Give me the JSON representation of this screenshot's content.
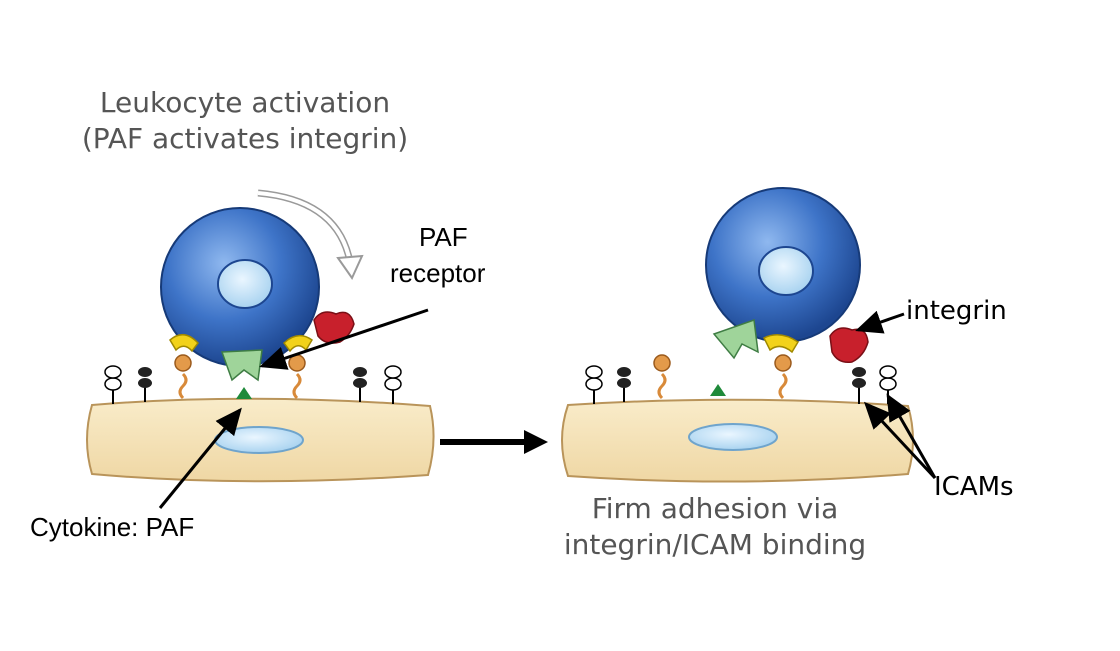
{
  "left_panel": {
    "title_line1": "Leukocyte activation",
    "title_line2": "(PAF activates integrin)",
    "paf_receptor_line1": "PAF",
    "paf_receptor_line2": "receptor",
    "cytokine_label": "Cytokine: PAF"
  },
  "right_panel": {
    "integrin_label": "integrin",
    "icams_label": "ICAMs",
    "caption_line1": "Firm adhesion via",
    "caption_line2": "integrin/ICAM binding"
  },
  "colors": {
    "leukocyte": "#3a6fc4",
    "nucleus": "#cfe6f7",
    "endothelium": "#f6e3b8",
    "integrin": "#c8202c",
    "receptor": "#9fd49a",
    "selectin": "#f2d21a",
    "ligand": "#e39a4a",
    "paf": "#1f8a3a"
  }
}
